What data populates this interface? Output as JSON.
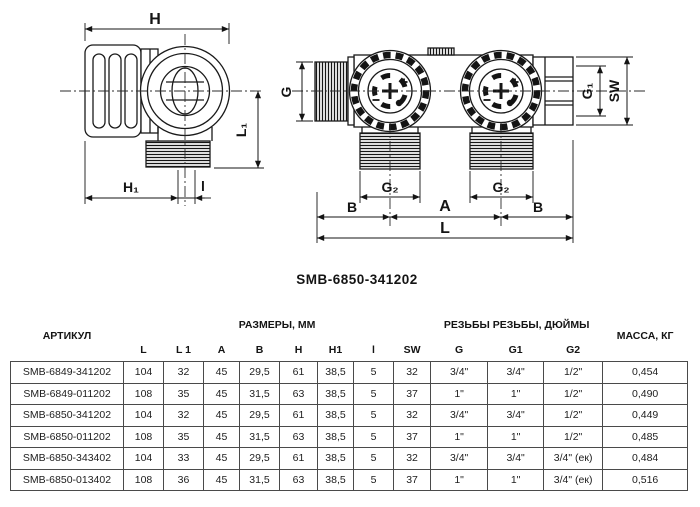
{
  "drawing": {
    "caption": "SMB-6850-341202",
    "side_view": {
      "dim_h": "H",
      "dim_l1": "L₁",
      "dim_h1": "H₁",
      "dim_l": "l"
    },
    "front_view": {
      "dim_g": "G",
      "dim_g1": "G₁",
      "dim_sw": "SW",
      "dim_g2_left": "G₂",
      "dim_g2_right": "G₂",
      "dim_b_left": "B",
      "dim_a": "A",
      "dim_b_right": "B",
      "dim_l": "L"
    }
  },
  "table": {
    "col_article": "АРТИКУЛ",
    "group_dimensions": "РАЗМЕРЫ, ММ",
    "group_threads": "РЕЗЬБЫ РЕЗЬБЫ, ДЮЙМЫ",
    "col_mass": "МАССА, КГ",
    "sub_columns": [
      "L",
      "L 1",
      "A",
      "B",
      "H",
      "H1",
      "l",
      "SW",
      "G",
      "G1",
      "G2"
    ],
    "rows": [
      [
        "SMB-6849-341202",
        "104",
        "32",
        "45",
        "29,5",
        "61",
        "38,5",
        "5",
        "32",
        "3/4\"",
        "3/4\"",
        "1/2\"",
        "0,454"
      ],
      [
        "SMB-6849-011202",
        "108",
        "35",
        "45",
        "31,5",
        "63",
        "38,5",
        "5",
        "37",
        "1\"",
        "1\"",
        "1/2\"",
        "0,490"
      ],
      [
        "SMB-6850-341202",
        "104",
        "32",
        "45",
        "29,5",
        "61",
        "38,5",
        "5",
        "32",
        "3/4\"",
        "3/4\"",
        "1/2\"",
        "0,449"
      ],
      [
        "SMB-6850-011202",
        "108",
        "35",
        "45",
        "31,5",
        "63",
        "38,5",
        "5",
        "37",
        "1\"",
        "1\"",
        "1/2\"",
        "0,485"
      ],
      [
        "SMB-6850-343402",
        "104",
        "33",
        "45",
        "29,5",
        "61",
        "38,5",
        "5",
        "32",
        "3/4\"",
        "3/4\"",
        "3/4\" (ек)",
        "0,484"
      ],
      [
        "SMB-6850-013402",
        "108",
        "36",
        "45",
        "31,5",
        "63",
        "38,5",
        "5",
        "37",
        "1\"",
        "1\"",
        "3/4\" (ек)",
        "0,516"
      ]
    ]
  }
}
